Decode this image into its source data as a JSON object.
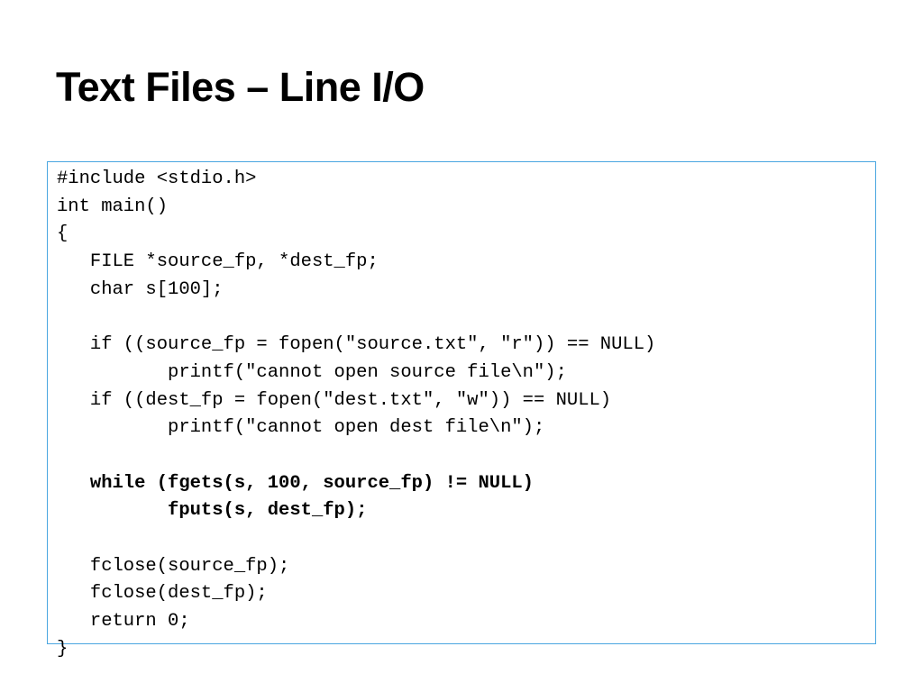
{
  "slide": {
    "title": "Text Files – Line I/O"
  },
  "code": {
    "lines": [
      {
        "text": "#include <stdio.h>",
        "bold": false
      },
      {
        "text": "int main()",
        "bold": false
      },
      {
        "text": "{",
        "bold": false
      },
      {
        "text": "   FILE *source_fp, *dest_fp;",
        "bold": false
      },
      {
        "text": "   char s[100];",
        "bold": false
      },
      {
        "text": "",
        "bold": false
      },
      {
        "text": "   if ((source_fp = fopen(\"source.txt\", \"r\")) == NULL)",
        "bold": false
      },
      {
        "text": "          printf(\"cannot open source file\\n\");",
        "bold": false
      },
      {
        "text": "   if ((dest_fp = fopen(\"dest.txt\", \"w\")) == NULL)",
        "bold": false
      },
      {
        "text": "          printf(\"cannot open dest file\\n\");",
        "bold": false
      },
      {
        "text": "",
        "bold": false
      },
      {
        "text": "   while (fgets(s, 100, source_fp) != NULL)",
        "bold": true
      },
      {
        "text": "          fputs(s, dest_fp);",
        "bold": true
      },
      {
        "text": "",
        "bold": false
      },
      {
        "text": "   fclose(source_fp);",
        "bold": false
      },
      {
        "text": "   fclose(dest_fp);",
        "bold": false
      },
      {
        "text": "   return 0;",
        "bold": false
      },
      {
        "text": "}",
        "bold": false
      }
    ]
  },
  "colors": {
    "box_border": "#4aa6e0",
    "text": "#000000",
    "background": "#ffffff"
  }
}
